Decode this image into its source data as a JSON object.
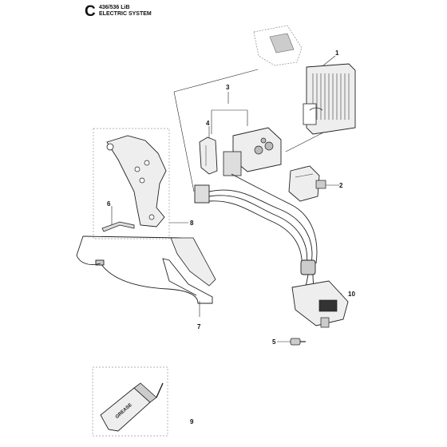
{
  "header": {
    "section_letter": "C",
    "model": "436/536 LiB",
    "title": "ELECTRIC SYSTEM"
  },
  "callouts": {
    "c1": "1",
    "c2": "2",
    "c3": "3",
    "c4": "4",
    "c5": "5",
    "c6": "6",
    "c7": "7",
    "c8": "8",
    "c9": "9",
    "c10": "10"
  },
  "grease_label": "GREASE",
  "colors": {
    "line": "#222222",
    "part_fill": "#eeeeee",
    "shade": "#888888",
    "dashed": "#999999"
  }
}
